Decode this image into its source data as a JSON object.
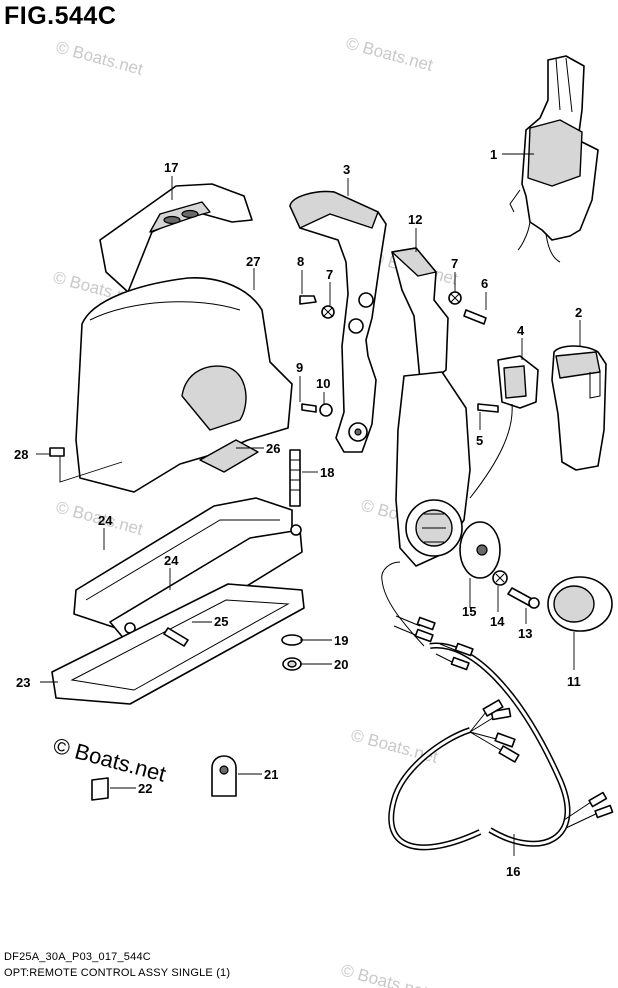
{
  "figure": {
    "title": "FIG.544C",
    "footer_code": "DF25A_30A_P03_017_544C",
    "footer_desc": "OPT:REMOTE CONTROL ASSY SINGLE (1)"
  },
  "watermark": {
    "text": "© Boats.net",
    "feature_text": "© Boats.net"
  },
  "callouts": [
    "1",
    "2",
    "3",
    "4",
    "5",
    "6",
    "7",
    "7",
    "8",
    "9",
    "10",
    "11",
    "12",
    "13",
    "14",
    "15",
    "16",
    "17",
    "18",
    "19",
    "20",
    "21",
    "22",
    "23",
    "24",
    "24",
    "25",
    "26",
    "27",
    "28"
  ],
  "colors": {
    "line": "#000000",
    "shading": "#d6d6d6",
    "watermark": "#c9c9c9"
  }
}
